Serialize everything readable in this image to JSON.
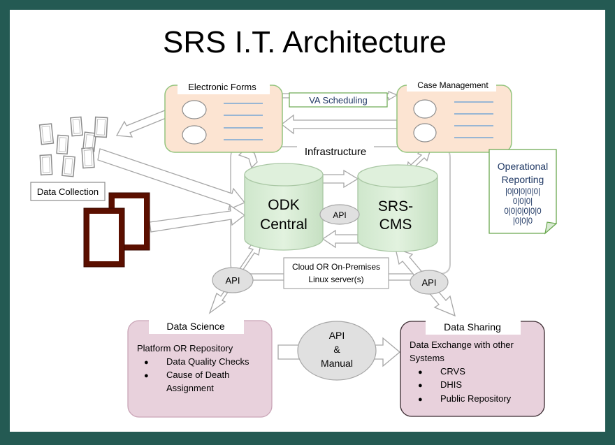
{
  "title": "SRS I.T. Architecture",
  "electronic_forms": {
    "label": "Electronic Forms"
  },
  "case_management": {
    "label": "Case Management"
  },
  "va_scheduling": {
    "label": "VA Scheduling"
  },
  "infrastructure": {
    "label": "Infrastructure"
  },
  "data_collection": {
    "label": "Data Collection"
  },
  "odk_central": {
    "line1": "ODK",
    "line2": "Central"
  },
  "srs_cms": {
    "line1": "SRS-",
    "line2": "CMS"
  },
  "api_labels": {
    "center": "API",
    "left": "API",
    "right": "API"
  },
  "operational_reporting": {
    "line1": "Operational",
    "line2": "Reporting",
    "bits": [
      "|0|0|0|0|0|",
      "0|0|0|",
      "0|0|0|0|0|0",
      "|0|0|0"
    ]
  },
  "server": {
    "line1": "Cloud  OR On-Premises",
    "line2": "Linux server(s)"
  },
  "data_science": {
    "title": "Data Science",
    "subtitle": "Platform OR Repository",
    "bullets": [
      "Data Quality Checks",
      "Cause of Death"
    ],
    "bullet_cont": "Assignment"
  },
  "api_manual": {
    "line1": "API",
    "line2": "&",
    "line3": "Manual"
  },
  "data_sharing": {
    "title": "Data Sharing",
    "line1": "Data Exchange with other",
    "line2": "Systems",
    "bullets": [
      "CRVS",
      "DHIS",
      "Public Repository"
    ]
  },
  "colors": {
    "border": "#245a53",
    "form_fill": "#fce4d2",
    "form_stroke": "#93c47d",
    "cylinder_fill": "#d3ead1",
    "pink_fill": "#e8d1dc",
    "tablet": "#5b0f00",
    "text_blue": "#1f3864"
  }
}
